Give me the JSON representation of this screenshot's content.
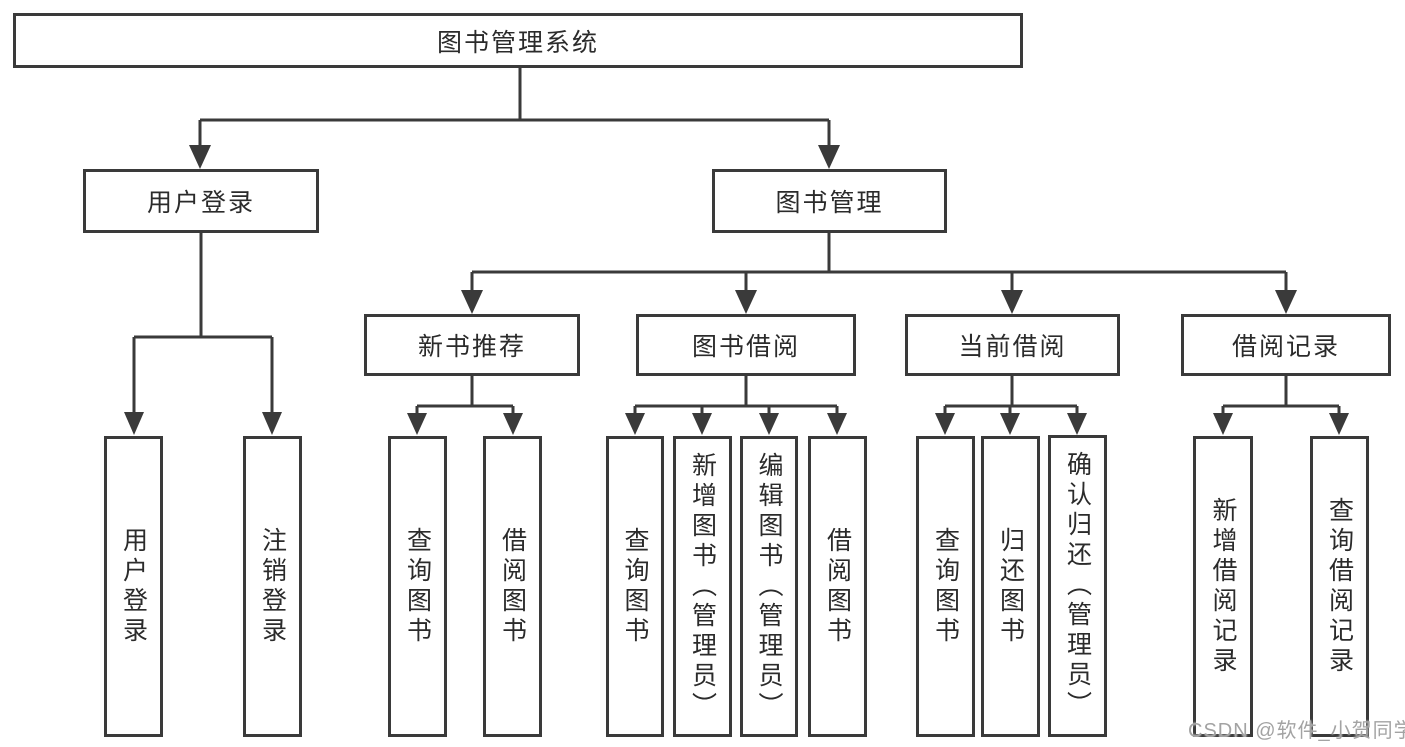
{
  "page": {
    "background_color": "#ffffff",
    "line_color": "#3a3a3a",
    "box_border_color": "#3a3a3a",
    "text_color": "#2b2b2b",
    "watermark_color": "#a3a3a3"
  },
  "nodes": {
    "root": "图书管理系统",
    "login_branch": "用户登录",
    "book_mgmt": "图书管理",
    "login_leaf": "用户登录",
    "logout_leaf": "注销登录",
    "new_book_rec": "新书推荐",
    "book_borrow": "图书借阅",
    "current_borrow": "当前借阅",
    "borrow_records": "借阅记录",
    "rec_query": "查询图书",
    "rec_borrow": "借阅图书",
    "bb_query": "查询图书",
    "bb_add": "新增图书（管理员）",
    "bb_edit": "编辑图书（管理员）",
    "bb_borrow": "借阅图书",
    "cb_query": "查询图书",
    "cb_return": "归还图书",
    "cb_confirm": "确认归还（管理员）",
    "br_add": "新增借阅记录",
    "br_query": "查询借阅记录"
  },
  "hierarchy": {
    "label": "图书管理系统",
    "children": [
      {
        "label": "用户登录",
        "children": [
          {
            "label": "用户登录"
          },
          {
            "label": "注销登录"
          }
        ]
      },
      {
        "label": "图书管理",
        "children": [
          {
            "label": "新书推荐",
            "children": [
              {
                "label": "查询图书"
              },
              {
                "label": "借阅图书"
              }
            ]
          },
          {
            "label": "图书借阅",
            "children": [
              {
                "label": "查询图书"
              },
              {
                "label": "新增图书（管理员）"
              },
              {
                "label": "编辑图书（管理员）"
              },
              {
                "label": "借阅图书"
              }
            ]
          },
          {
            "label": "当前借阅",
            "children": [
              {
                "label": "查询图书"
              },
              {
                "label": "归还图书"
              },
              {
                "label": "确认归还（管理员）"
              }
            ]
          },
          {
            "label": "借阅记录",
            "children": [
              {
                "label": "新增借阅记录"
              },
              {
                "label": "查询借阅记录"
              }
            ]
          }
        ]
      }
    ]
  },
  "watermark": {
    "text": "CSDN @软件_小贺同学"
  }
}
